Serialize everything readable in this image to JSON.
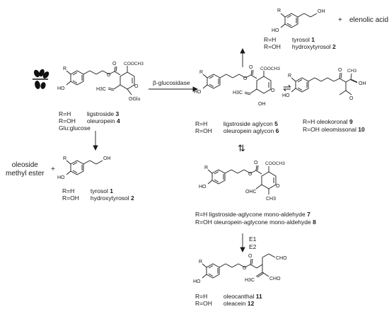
{
  "top": {
    "plus": "+",
    "byproduct": "elenolic acid",
    "rows": [
      {
        "r": "R=H",
        "name": "tyrosol",
        "num": "1"
      },
      {
        "r": "R=OH",
        "name": "hydroxytyrosol",
        "num": "2"
      }
    ]
  },
  "left": {
    "rows": [
      {
        "r": "R=H",
        "name": "ligstroside",
        "num": "3"
      },
      {
        "r": "R=OH",
        "name": "oleuropein",
        "num": "4"
      }
    ],
    "glu_note": "Glu:glucose",
    "ogl": "OGlu"
  },
  "enzyme": "β-glucosidase",
  "center": {
    "rows": [
      {
        "r": "R=H",
        "name": "ligstroside aglycon",
        "num": "5"
      },
      {
        "r": "R=OH",
        "name": "oleuropein aglycon",
        "num": "6"
      }
    ]
  },
  "right": {
    "equilibrium": "⇌",
    "rows": [
      {
        "r": "R=H",
        "name": "oleokoronal",
        "num": "9"
      },
      {
        "r": "R=OH",
        "name": "oleomissonal",
        "num": "10"
      }
    ]
  },
  "lower_left": {
    "byproduct_line1": "oleoside",
    "byproduct_line2": "methyl ester",
    "plus": "+",
    "rows": [
      {
        "r": "R=H",
        "name": "tyrosol",
        "num": "1"
      },
      {
        "r": "R=OH",
        "name": "hydroxytyrosol",
        "num": "2"
      }
    ]
  },
  "middle": {
    "equilibrium": "⇅",
    "rows": [
      {
        "text": "R=H ligstroside-aglycone mono-aldehyde",
        "num": "7"
      },
      {
        "text": "R=OH oleuropein-aglycone mono-aldehyde",
        "num": "8"
      }
    ]
  },
  "conditions": [
    "E1",
    "E2"
  ],
  "bottom": {
    "rows": [
      {
        "r": "R=H",
        "name": "oleocanthal",
        "num": "11"
      },
      {
        "r": "R=OH",
        "name": "oleacein",
        "num": "12"
      }
    ]
  },
  "atoms": {
    "R": "R",
    "HO": "HO",
    "OH": "OH",
    "O": "O",
    "H": "H",
    "COOCH3": "COOCH3",
    "H3C": "H3C",
    "OHC": "OHC",
    "CHO": "CHO",
    "CH3": "CH3",
    "OCH3": "O",
    "methyl": "CH3"
  },
  "colors": {
    "ink": "#1a1a1a",
    "leaf": "#111111"
  }
}
